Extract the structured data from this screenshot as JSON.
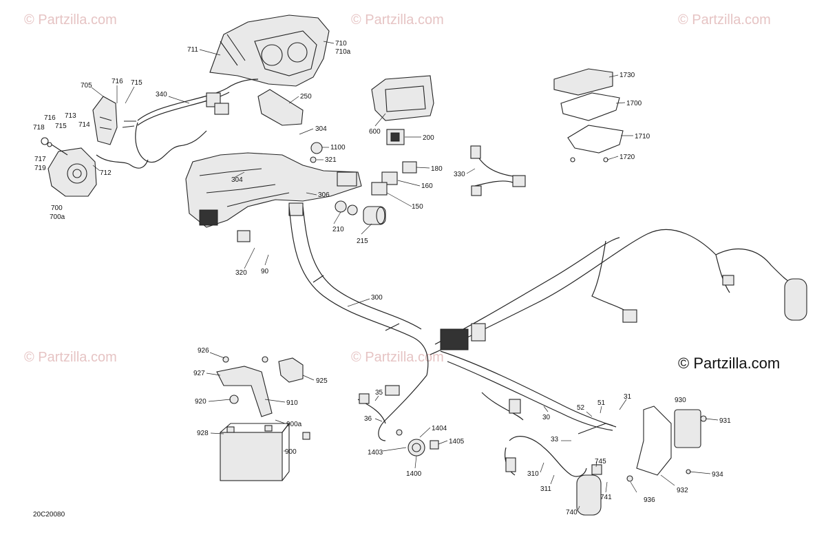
{
  "watermark": {
    "text": "© Partzilla.com",
    "color": "#e6c4c4"
  },
  "brand": {
    "text": "© Partzilla.com"
  },
  "diagram_code": "20C20080",
  "parts": [
    {
      "label": "711"
    },
    {
      "label": "710"
    },
    {
      "label": "710a"
    },
    {
      "label": "705"
    },
    {
      "label": "716"
    },
    {
      "label": "715"
    },
    {
      "label": "340"
    },
    {
      "label": "250"
    },
    {
      "label": "716"
    },
    {
      "label": "713"
    },
    {
      "label": "718"
    },
    {
      "label": "715"
    },
    {
      "label": "714"
    },
    {
      "label": "717"
    },
    {
      "label": "719"
    },
    {
      "label": "712"
    },
    {
      "label": "700"
    },
    {
      "label": "700a"
    },
    {
      "label": "304"
    },
    {
      "label": "1100"
    },
    {
      "label": "321"
    },
    {
      "label": "304"
    },
    {
      "label": "306"
    },
    {
      "label": "320"
    },
    {
      "label": "90"
    },
    {
      "label": "210"
    },
    {
      "label": "215"
    },
    {
      "label": "600"
    },
    {
      "label": "200"
    },
    {
      "label": "180"
    },
    {
      "label": "160"
    },
    {
      "label": "150"
    },
    {
      "label": "330"
    },
    {
      "label": "1730"
    },
    {
      "label": "1700"
    },
    {
      "label": "1710"
    },
    {
      "label": "1720"
    },
    {
      "label": "300"
    },
    {
      "label": "926"
    },
    {
      "label": "927"
    },
    {
      "label": "925"
    },
    {
      "label": "920"
    },
    {
      "label": "910"
    },
    {
      "label": "928"
    },
    {
      "label": "900a"
    },
    {
      "label": "900"
    },
    {
      "label": "35"
    },
    {
      "label": "36"
    },
    {
      "label": "1404"
    },
    {
      "label": "1405"
    },
    {
      "label": "1403"
    },
    {
      "label": "1400"
    },
    {
      "label": "30"
    },
    {
      "label": "52"
    },
    {
      "label": "51"
    },
    {
      "label": "31"
    },
    {
      "label": "33"
    },
    {
      "label": "930"
    },
    {
      "label": "931"
    },
    {
      "label": "310"
    },
    {
      "label": "311"
    },
    {
      "label": "745"
    },
    {
      "label": "741"
    },
    {
      "label": "936"
    },
    {
      "label": "932"
    },
    {
      "label": "934"
    },
    {
      "label": "740"
    }
  ]
}
